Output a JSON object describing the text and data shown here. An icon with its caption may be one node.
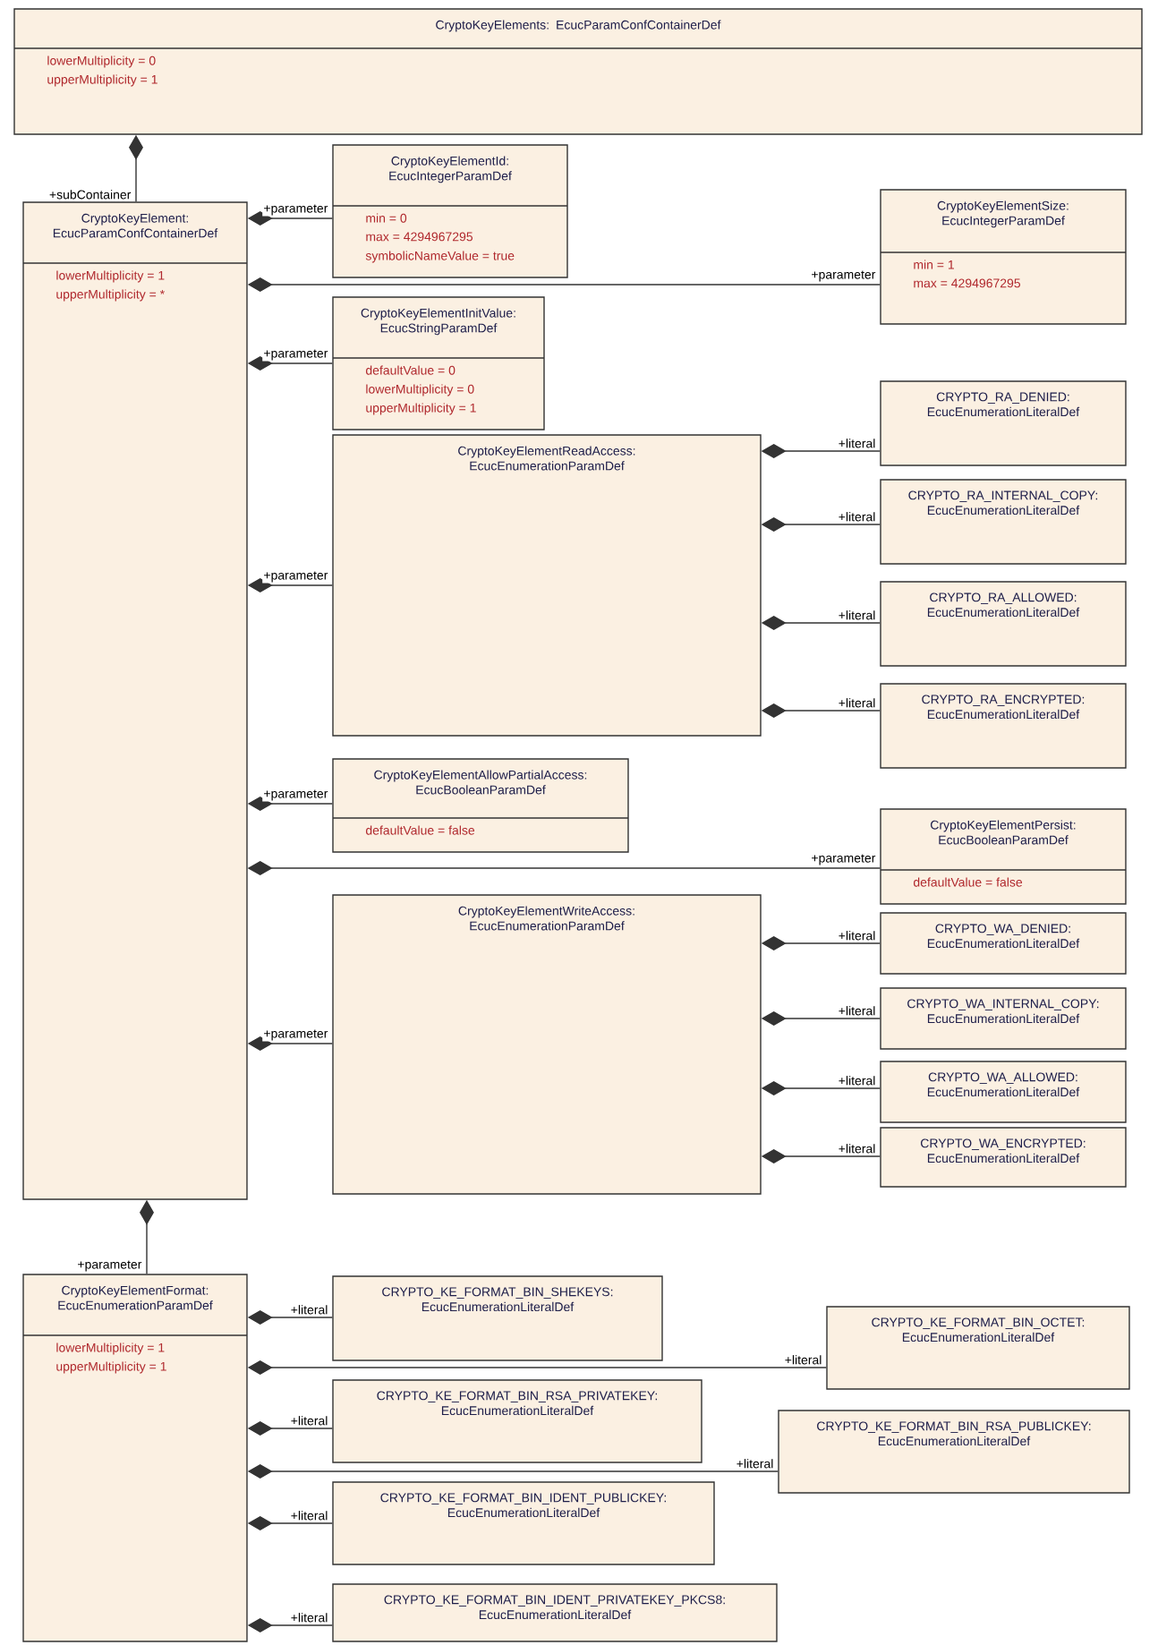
{
  "diagram": {
    "nodes": [
      {
        "text": [
          "CryptoKeyElements: EcucParamConfContainerDef",
          "lowerMultiplicity = 0",
          "upperMultiplicity = 1"
        ]
      },
      {
        "text": [
          "CryptoKeyElement: EcucParamConfContainerDef",
          "lowerMultiplicity = 1",
          "upperMultiplicity = *"
        ]
      },
      {
        "text": [
          "CryptoKeyElementId: EcucIntegerParamDef",
          "min = 0",
          "max = 4294967295",
          "symbolicNameValue = true"
        ]
      },
      {
        "text": [
          "CryptoKeyElementSize: EcucIntegerParamDef",
          "min = 1",
          "max = 4294967295"
        ]
      },
      {
        "text": [
          "CryptoKeyElementInitValue: EcucStringParamDef",
          "defaultValue = 0",
          "lowerMultiplicity = 0",
          "upperMultiplicity = 1"
        ]
      },
      {
        "text": [
          "CryptoKeyElementReadAccess: EcucEnumerationParamDef"
        ]
      },
      {
        "text": [
          "CRYPTO_RA_DENIED: EcucEnumerationLiteralDef"
        ]
      },
      {
        "text": [
          "CRYPTO_RA_INTERNAL_COPY: EcucEnumerationLiteralDef"
        ]
      },
      {
        "text": [
          "CRYPTO_RA_ALLOWED: EcucEnumerationLiteralDef"
        ]
      },
      {
        "text": [
          "CRYPTO_RA_ENCRYPTED: EcucEnumerationLiteralDef"
        ]
      },
      {
        "text": [
          "CryptoKeyElementAllowPartialAccess: EcucBooleanParamDef",
          "defaultValue = false"
        ]
      },
      {
        "text": [
          "CryptoKeyElementPersist: EcucBooleanParamDef",
          "defaultValue = false"
        ]
      },
      {
        "text": [
          "CryptoKeyElementWriteAccess: EcucEnumerationParamDef"
        ]
      },
      {
        "text": [
          "CRYPTO_WA_DENIED: EcucEnumerationLiteralDef"
        ]
      },
      {
        "text": [
          "CRYPTO_WA_INTERNAL_COPY: EcucEnumerationLiteralDef"
        ]
      },
      {
        "text": [
          "CRYPTO_WA_ALLOWED: EcucEnumerationLiteralDef"
        ]
      },
      {
        "text": [
          "CRYPTO_WA_ENCRYPTED: EcucEnumerationLiteralDef"
        ]
      },
      {
        "text": [
          "CryptoKeyElementFormat: EcucEnumerationParamDef",
          "lowerMultiplicity = 1",
          "upperMultiplicity = 1"
        ]
      },
      {
        "text": [
          "CRYPTO_KE_FORMAT_BIN_SHEKEYS: EcucEnumerationLiteralDef"
        ]
      },
      {
        "text": [
          "CRYPTO_KE_FORMAT_BIN_OCTET: EcucEnumerationLiteralDef"
        ]
      },
      {
        "text": [
          "CRYPTO_KE_FORMAT_BIN_RSA_PRIVATEKEY: EcucEnumerationLiteralDef"
        ]
      },
      {
        "text": [
          "CRYPTO_KE_FORMAT_BIN_RSA_PUBLICKEY: EcucEnumerationLiteralDef"
        ]
      },
      {
        "text": [
          "CRYPTO_KE_FORMAT_BIN_IDENT_PUBLICKEY: EcucEnumerationLiteralDef"
        ]
      },
      {
        "text": [
          "CRYPTO_KE_FORMAT_BIN_IDENT_PRIVATEKEY_PKCS8: EcucEnumerationLiteralDef"
        ]
      }
    ],
    "edges": [
      {
        "from": 0,
        "to": 1,
        "arrow": "other",
        "label": "+subContainer"
      },
      {
        "from": 1,
        "to": 2,
        "arrow": "other",
        "label": "+parameter"
      },
      {
        "from": 1,
        "to": 3,
        "arrow": "other",
        "label": "+parameter"
      },
      {
        "from": 1,
        "to": 4,
        "arrow": "other",
        "label": "+parameter"
      },
      {
        "from": 1,
        "to": 5,
        "arrow": "other",
        "label": "+parameter"
      },
      {
        "from": 5,
        "to": 6,
        "arrow": "other",
        "label": "+literal"
      },
      {
        "from": 5,
        "to": 7,
        "arrow": "other",
        "label": "+literal"
      },
      {
        "from": 5,
        "to": 8,
        "arrow": "other",
        "label": "+literal"
      },
      {
        "from": 5,
        "to": 9,
        "arrow": "other",
        "label": "+literal"
      },
      {
        "from": 1,
        "to": 10,
        "arrow": "other",
        "label": "+parameter"
      },
      {
        "from": 1,
        "to": 11,
        "arrow": "other",
        "label": "+parameter"
      },
      {
        "from": 1,
        "to": 12,
        "arrow": "other",
        "label": "+parameter"
      },
      {
        "from": 12,
        "to": 13,
        "arrow": "other",
        "label": "+literal"
      },
      {
        "from": 12,
        "to": 14,
        "arrow": "other",
        "label": "+literal"
      },
      {
        "from": 12,
        "to": 15,
        "arrow": "other",
        "label": "+literal"
      },
      {
        "from": 12,
        "to": 16,
        "arrow": "other",
        "label": "+literal"
      },
      {
        "from": 1,
        "to": 17,
        "arrow": "other",
        "label": "+parameter"
      },
      {
        "from": 17,
        "to": 18,
        "arrow": "other",
        "label": "+literal"
      },
      {
        "from": 17,
        "to": 19,
        "arrow": "other",
        "label": "+literal"
      },
      {
        "from": 17,
        "to": 20,
        "arrow": "other",
        "label": "+literal"
      },
      {
        "from": 17,
        "to": 21,
        "arrow": "other",
        "label": "+literal"
      },
      {
        "from": 17,
        "to": 22,
        "arrow": "other",
        "label": "+literal"
      },
      {
        "from": 17,
        "to": 23,
        "arrow": "other",
        "label": "+literal"
      }
    ]
  }
}
